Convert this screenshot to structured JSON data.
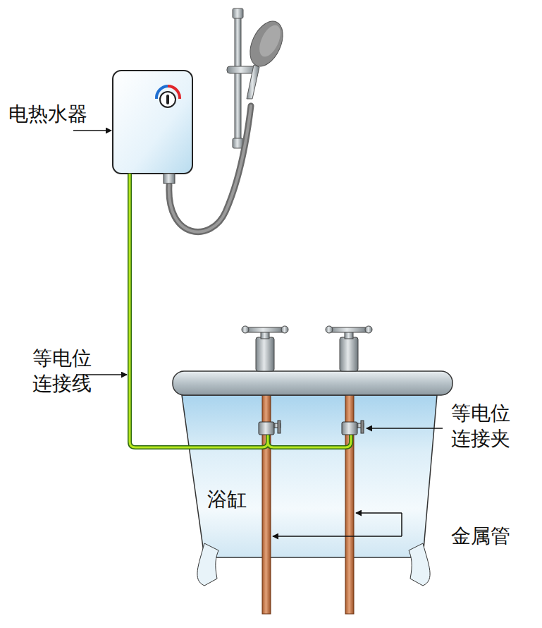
{
  "diagram": {
    "labels": [
      "电热水器",
      "等电位 连接线",
      "等电位 连接夹",
      "浴缸",
      "金属管"
    ]
  }
}
